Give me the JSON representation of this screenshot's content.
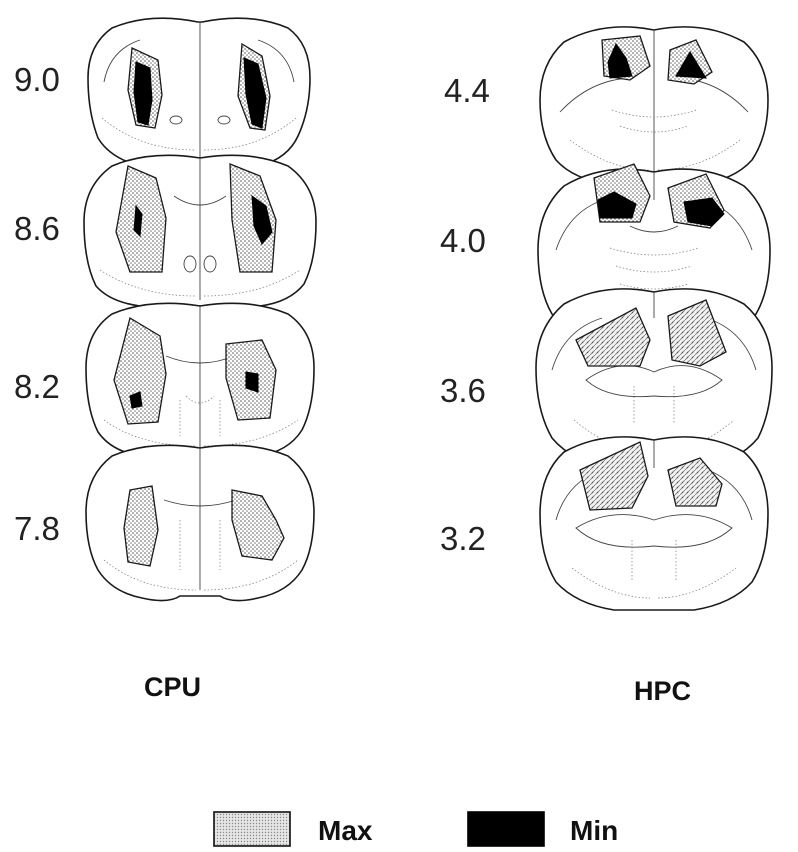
{
  "groups": [
    {
      "label": "CPU",
      "levels": [
        "9.0",
        "8.6",
        "8.2",
        "7.8"
      ]
    },
    {
      "label": "HPC",
      "levels": [
        "4.4",
        "4.0",
        "3.6",
        "3.2"
      ]
    }
  ],
  "legend": [
    {
      "label": "Max",
      "fill": "stippled gray"
    },
    {
      "label": "Min",
      "fill": "solid black"
    }
  ],
  "colors": {
    "max": "#bdbdbd",
    "min": "#000000",
    "outline": "#1a1a1a"
  }
}
